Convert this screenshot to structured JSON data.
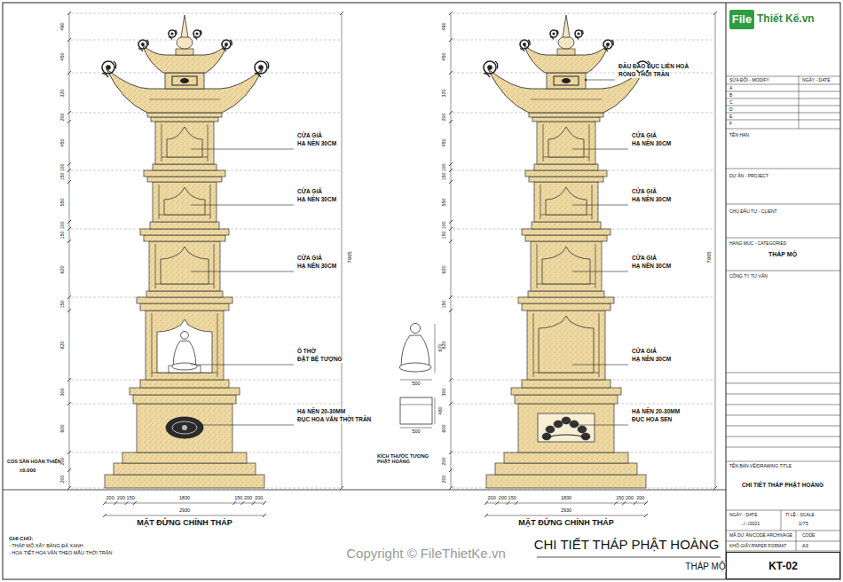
{
  "diagram": {
    "nodes": [
      {
        "text": [
          "KT-02"
        ]
      }
    ],
    "labels": [
      "CỬA GIẢ",
      "HẠ NỀN 30CM",
      "CỬA GIẢ",
      "HẠ NỀN 30CM",
      "CỬA GIẢ",
      "HẠ NỀN 30CM",
      "Ô THỜ",
      "ĐẶT BỆ TƯỢNG",
      "HẠ NỀN 20-30MM",
      "ĐỤC HOA VĂN THỜI TRẦN",
      "ĐẦU ĐAO ĐỤC LIÊN HOÀ",
      "RỒNG THỜI TRẦN",
      "CỬA GIẢ",
      "HẠ NỀN 30CM",
      "CỬA GIẢ",
      "HẠ NỀN 30CM",
      "CỬA GIẢ",
      "HẠ NỀN 30CM",
      "CỬA GIẢ",
      "HẠ NỀN 30CM",
      "HẠ NỀN 20-30MM",
      "ĐỤC HOA SEN",
      "KÍCH THƯỚC TƯỢNG PHẬT HOÀNG",
      "MẶT ĐỨNG CHÍNH THÁP",
      "MẶT ĐỨNG CHÍNH THÁP",
      "COS SÂN HOÀN THIỆN",
      "±0.000",
      "GHI CHÚ:",
      "- THÁP MỘ XÂY BẰNG ĐÁ XANH",
      "- HOẠ TIẾT HOA VĂN THEO MẪU THỜI TRẦN",
      "Copyright © FileThietKe.vn",
      "CHI TIẾT THÁP PHẬT HOÀNG",
      "THÁP MỘ",
      "200",
      "200",
      "150",
      "1830",
      "150",
      "200",
      "200",
      "2930",
      "200",
      "200",
      "150",
      "1830",
      "150",
      "200",
      "200",
      "2930",
      "7965",
      "7965",
      "500",
      "670",
      "500",
      "480",
      "490",
      "450",
      "320",
      "200",
      "450",
      "100",
      "150",
      "550",
      "100",
      "150",
      "620",
      "150",
      "820",
      "300",
      "600",
      "200",
      "200",
      "490",
      "450",
      "320",
      "200",
      "450",
      "100",
      "150",
      "550",
      "100",
      "150",
      "620",
      "150",
      "820",
      "300",
      "600",
      "200",
      "200",
      "File",
      "Thiết Kế.vn",
      "SỬA ĐỔI - MODIFY",
      "NGÀY - DATE",
      "A",
      "B",
      "C",
      "D",
      "E",
      "F",
      "TÊN HẠN",
      "DỰ ÁN - PROJECT",
      "CHỦ ĐẦU TƯ - CLIENT",
      "HẠNG MỤC - CATEGORIES",
      "CÔNG TY TƯ VẤN",
      "TÊN BẢN VẼ/DRAWING TITLE",
      "NGÀY - DATE",
      "../../2021",
      "TỈ LỆ - SCALE",
      "1/75",
      "MÃ DỰ ÁN/CODE ARCHIVAGE",
      "CODE",
      "KHỔ GIẤY/PAPER FORMAT",
      "A3",
      "THÁP MỘ",
      "CHI TIẾT THÁP PHẬT HOÀNG"
    ]
  }
}
